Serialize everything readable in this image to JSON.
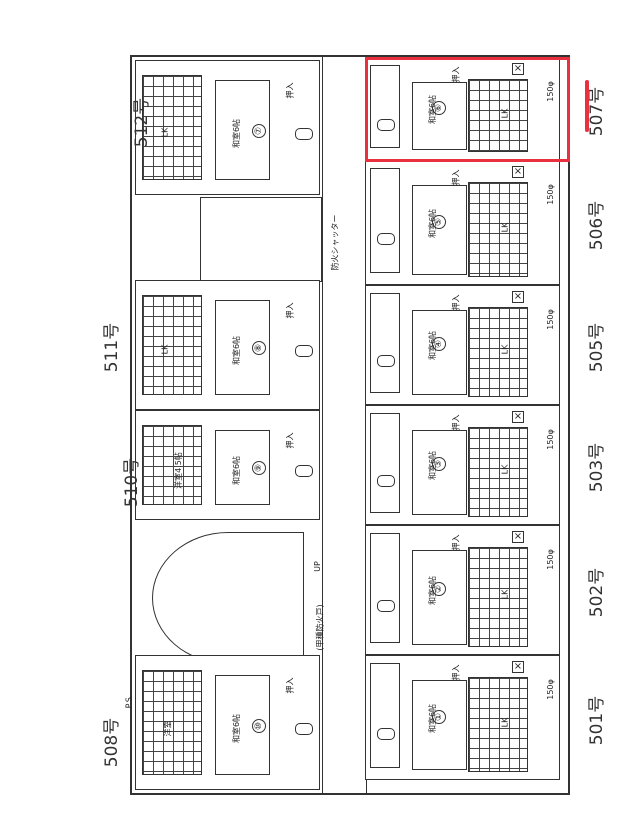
{
  "units_right": [
    {
      "label": "507号",
      "num": "⑥",
      "room": "和室6帖",
      "closet": "押入",
      "lk": "LK",
      "vent": "150φ"
    },
    {
      "label": "506号",
      "num": "⑤",
      "room": "和室6帖",
      "closet": "押入",
      "lk": "LK",
      "vent": "150φ"
    },
    {
      "label": "505号",
      "num": "④",
      "room": "和室6帖",
      "closet": "押入",
      "lk": "LK",
      "vent": "150φ"
    },
    {
      "label": "503号",
      "num": "③",
      "room": "和室6帖",
      "closet": "押入",
      "lk": "LK",
      "vent": "150φ"
    },
    {
      "label": "502号",
      "num": "②",
      "room": "和室6帖",
      "closet": "押入",
      "lk": "LK",
      "vent": "150φ"
    },
    {
      "label": "501号",
      "num": "①",
      "room": "和室6帖",
      "closet": "押入",
      "lk": "LK",
      "vent": "150φ"
    }
  ],
  "units_left": [
    {
      "label": "512号",
      "num": "⑦",
      "room": "和室6帖",
      "closet": "押入",
      "lk": "LK"
    },
    {
      "label": "511号",
      "num": "⑧",
      "room": "和室6帖",
      "closet": "押入",
      "lk": "LK"
    },
    {
      "label": "510号",
      "num": "⑨",
      "room": "和室6帖",
      "closet": "押入",
      "lk": "洋室4.5帖"
    },
    {
      "label": "508号",
      "num": "⑩",
      "room": "和室6帖",
      "closet": "押入",
      "lk": "洋室"
    }
  ],
  "annotations": {
    "shutter": "防火シャッター",
    "fire_door": "(甲種防火戸)",
    "up": "UP",
    "ps": "P.S.",
    "vent": "150φ"
  },
  "colors": {
    "highlight": "#e8303e",
    "line": "#333333"
  }
}
